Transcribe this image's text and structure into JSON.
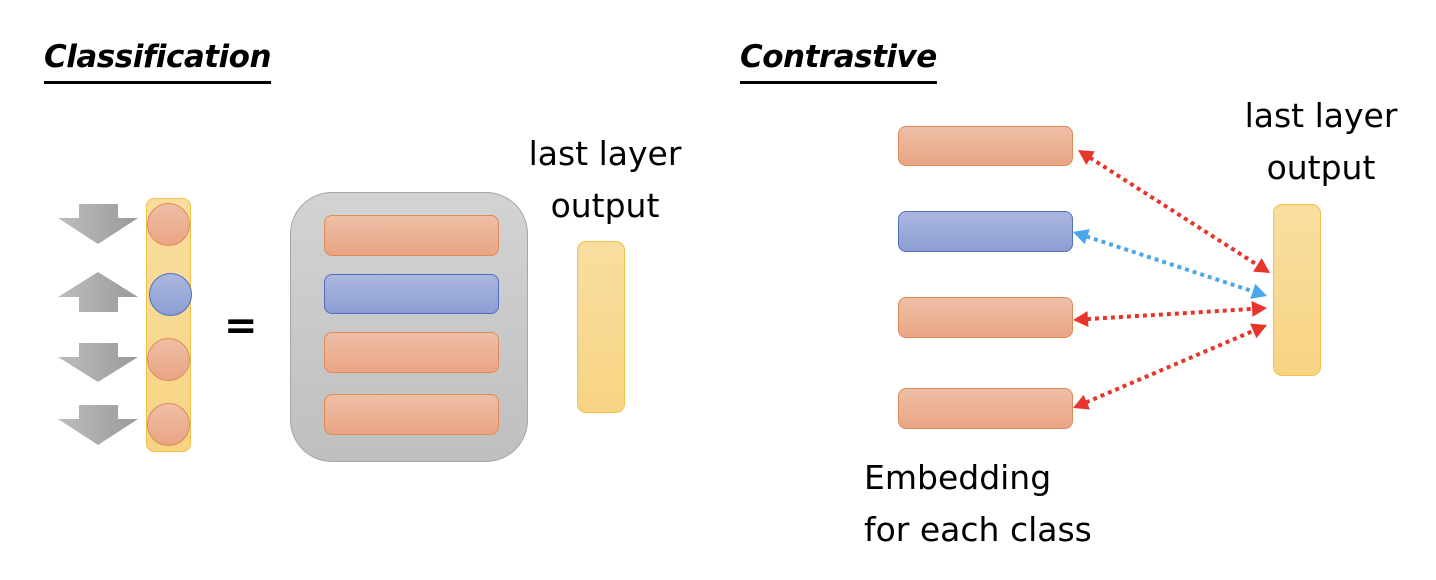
{
  "classification": {
    "title": "Classification",
    "equals_sign": "=",
    "output_label_line1": "last layer",
    "output_label_line2": "output",
    "neurons": [
      {
        "class": "orange",
        "arrow": "down-arrow"
      },
      {
        "class": "blue",
        "arrow": "up-arrow"
      },
      {
        "class": "orange",
        "arrow": "down-arrow"
      },
      {
        "class": "orange",
        "arrow": "down-arrow"
      }
    ],
    "weight_rows": [
      "orange",
      "blue",
      "orange",
      "orange"
    ]
  },
  "contrastive": {
    "title": "Contrastive",
    "output_label_line1": "last layer",
    "output_label_line2": "output",
    "embedding_label_line1": "Embedding",
    "embedding_label_line2": "for each class",
    "embeddings": [
      "orange",
      "blue",
      "orange",
      "orange"
    ],
    "connection_colors": {
      "negative": "#e8352b",
      "positive": "#4aa8e8"
    },
    "connections": [
      "negative",
      "positive",
      "negative",
      "negative"
    ]
  }
}
